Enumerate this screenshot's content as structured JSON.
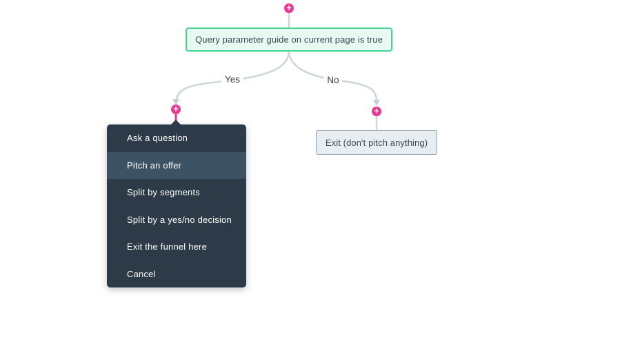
{
  "icons": {
    "add_node_glyph": "+"
  },
  "colors": {
    "accent_pink": "#e73a90",
    "connector_line": "#cbd6dd",
    "arrowhead": "#c3d0d9",
    "condition_border_green": "#42d693",
    "condition_bg_green": "#e8f9f1",
    "menu_bg": "#2c3b47",
    "menu_highlight_bg": "#3d5263",
    "menu_text": "#ffffff",
    "exit_bg": "#e8edf1",
    "exit_border": "#90a0ab",
    "node_text": "#3d4a54"
  },
  "flow": {
    "condition_node_label": "Query parameter guide on current page is true",
    "yes_branch_label": "Yes",
    "no_branch_label": "No",
    "exit_node_label": "Exit (don't pitch anything)"
  },
  "menu": {
    "items": [
      {
        "label": "Ask a question",
        "highlighted": false
      },
      {
        "label": "Pitch an offer",
        "highlighted": true
      },
      {
        "label": "Split by segments",
        "highlighted": false
      },
      {
        "label": "Split by a yes/no decision",
        "highlighted": false
      },
      {
        "label": "Exit the funnel here",
        "highlighted": false
      },
      {
        "label": "Cancel",
        "highlighted": false
      }
    ]
  }
}
